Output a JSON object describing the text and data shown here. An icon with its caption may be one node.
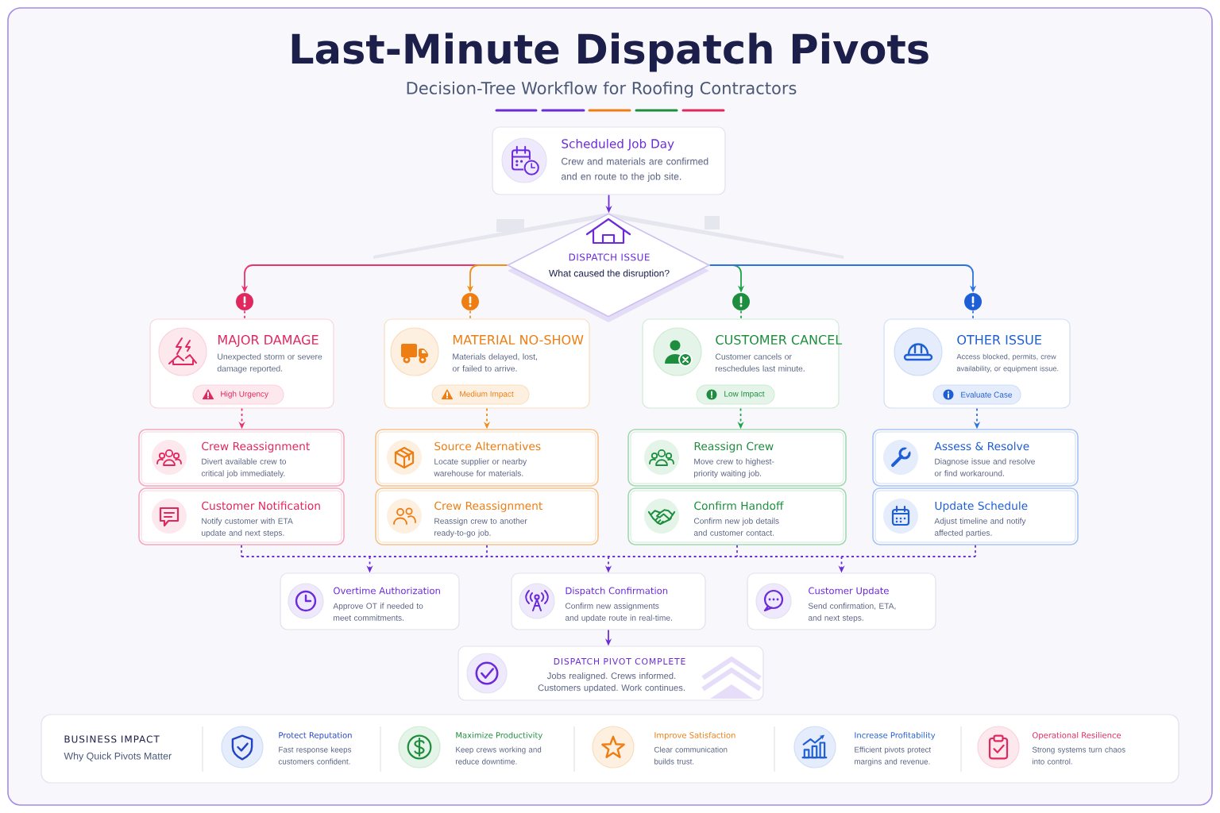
{
  "diagram": {
    "title": "Last-Minute Dispatch Pivots",
    "nodes": [
      {
        "text": [
          "Scheduled Job Day",
          "Crew and materials are confirmed and en route to the job site."
        ]
      },
      {
        "text": [
          "DISPATCH ISSUE",
          "What caused the disruption?"
        ]
      },
      {
        "text": [],
        "shape": "circle"
      },
      {
        "text": [],
        "shape": "circle"
      },
      {
        "text": [],
        "shape": "circle"
      },
      {
        "text": [],
        "shape": "circle"
      },
      {
        "text": [
          "MAJOR DAMAGE",
          "Unexpected storm or severe damage reported."
        ]
      },
      {
        "text": [
          "High Urgency"
        ],
        "in": 6
      },
      {
        "text": [
          "MATERIAL NO-SHOW",
          "Materials delayed, lost, or failed to arrive."
        ]
      },
      {
        "text": [
          "Medium Impact"
        ],
        "in": 8
      },
      {
        "text": [
          "CUSTOMER CANCEL",
          "Customer cancels or reschedules last minute."
        ]
      },
      {
        "text": [
          "Low Impact"
        ],
        "in": 10
      },
      {
        "text": [
          "OTHER ISSUE",
          "Access blocked, permits, crew availability, or equipment issue."
        ]
      },
      {
        "text": [
          "Evaluate Case"
        ],
        "in": 12
      },
      {
        "text": [
          "Crew Reassignment",
          "Divert available crew to critical job immediately."
        ]
      },
      {
        "text": [
          "Source Alternatives",
          "Locate supplier or nearby warehouse for materials."
        ]
      },
      {
        "text": [
          "Reassign Crew",
          "Move crew to highest-priority waiting job."
        ]
      },
      {
        "text": [
          "Assess & Resolve",
          "Diagnose issue and resolve or find workaround."
        ]
      },
      {
        "text": [
          "Customer Notification",
          "Notify customer with ETA update and next steps."
        ]
      },
      {
        "text": [
          "Crew Reassignment",
          "Reassign crew to another ready-to-go job."
        ]
      },
      {
        "text": [
          "Confirm Handoff",
          "Confirm new job details and customer contact."
        ]
      },
      {
        "text": [
          "Update Schedule",
          "Adjust timeline and notify affected parties."
        ]
      },
      {
        "text": [
          "Overtime Authorization",
          "Approve OT if needed to meet commitments."
        ]
      },
      {
        "text": [
          "Dispatch Confirmation",
          "Confirm new assignments and update route in real-time."
        ]
      },
      {
        "text": [
          "Customer Update",
          "Send confirmation, ETA, and next steps."
        ]
      },
      {
        "text": [
          "DISPATCH PIVOT COMPLETE",
          "Jobs realigned. Crews informed. Customers updated. Work continues."
        ]
      },
      {
        "text": [
          "BUSINESS IMPACT",
          "Why Quick Pivots Matter",
          "Protect Reputation",
          "Fast response keeps customers confident.",
          "Maximize Productivity",
          "Keep crews working and reduce downtime.",
          "Improve Satisfaction",
          "Clear communication builds trust.",
          "Increase Profitability",
          "Efficient pivots protect margins and revenue.",
          "Operational Resilience",
          "Strong systems turn chaos into control."
        ]
      }
    ],
    "edges": [
      {
        "from": 0,
        "to": 1,
        "arrow": "to"
      },
      {
        "from": 1,
        "to": 2,
        "arrow": "to",
        "color": "#e8336b"
      },
      {
        "from": 1,
        "to": 3,
        "arrow": "to",
        "color": "#f28c1b"
      },
      {
        "from": 1,
        "to": 4,
        "arrow": "to",
        "color": "#1fa24a"
      },
      {
        "from": 1,
        "to": 5,
        "arrow": "to",
        "color": "#2b73e0"
      },
      {
        "from": 2,
        "to": 6,
        "arrow": "none",
        "style": "dashed",
        "color": "#e8336b"
      },
      {
        "from": 3,
        "to": 8,
        "arrow": "none",
        "style": "dashed",
        "color": "#f28c1b"
      },
      {
        "from": 4,
        "to": 10,
        "arrow": "none",
        "style": "dashed",
        "color": "#1fa24a"
      },
      {
        "from": 5,
        "to": 12,
        "arrow": "none",
        "style": "dashed",
        "color": "#2b73e0"
      },
      {
        "from": 6,
        "to": 14,
        "arrow": "to",
        "style": "dashed",
        "color": "#e8336b"
      },
      {
        "from": 8,
        "to": 15,
        "arrow": "to",
        "style": "dashed",
        "color": "#f28c1b"
      },
      {
        "from": 10,
        "to": 16,
        "arrow": "to",
        "style": "dashed",
        "color": "#1fa24a"
      },
      {
        "from": 12,
        "to": 17,
        "arrow": "to",
        "style": "dashed",
        "color": "#2b73e0"
      },
      {
        "from": 18,
        "to": 22,
        "arrow": "to",
        "style": "dashed"
      },
      {
        "from": 18,
        "to": 23,
        "arrow": "to",
        "style": "dashed"
      },
      {
        "from": 18,
        "to": 24,
        "arrow": "to",
        "style": "dashed"
      },
      {
        "from": 19,
        "to": 22,
        "arrow": "to",
        "style": "dashed"
      },
      {
        "from": 19,
        "to": 23,
        "arrow": "to",
        "style": "dashed"
      },
      {
        "from": 19,
        "to": 24,
        "arrow": "to",
        "style": "dashed"
      },
      {
        "from": 20,
        "to": 22,
        "arrow": "to",
        "style": "dashed"
      },
      {
        "from": 20,
        "to": 23,
        "arrow": "to",
        "style": "dashed"
      },
      {
        "from": 20,
        "to": 24,
        "arrow": "to",
        "style": "dashed"
      },
      {
        "from": 21,
        "to": 22,
        "arrow": "to",
        "style": "dashed"
      },
      {
        "from": 21,
        "to": 23,
        "arrow": "to",
        "style": "dashed"
      },
      {
        "from": 21,
        "to": 24,
        "arrow": "to",
        "style": "dashed"
      },
      {
        "from": 23,
        "to": 25,
        "arrow": "to"
      }
    ],
    "labels": [
      "Decision-Tree Workflow for Roofing Contractors"
    ]
  }
}
